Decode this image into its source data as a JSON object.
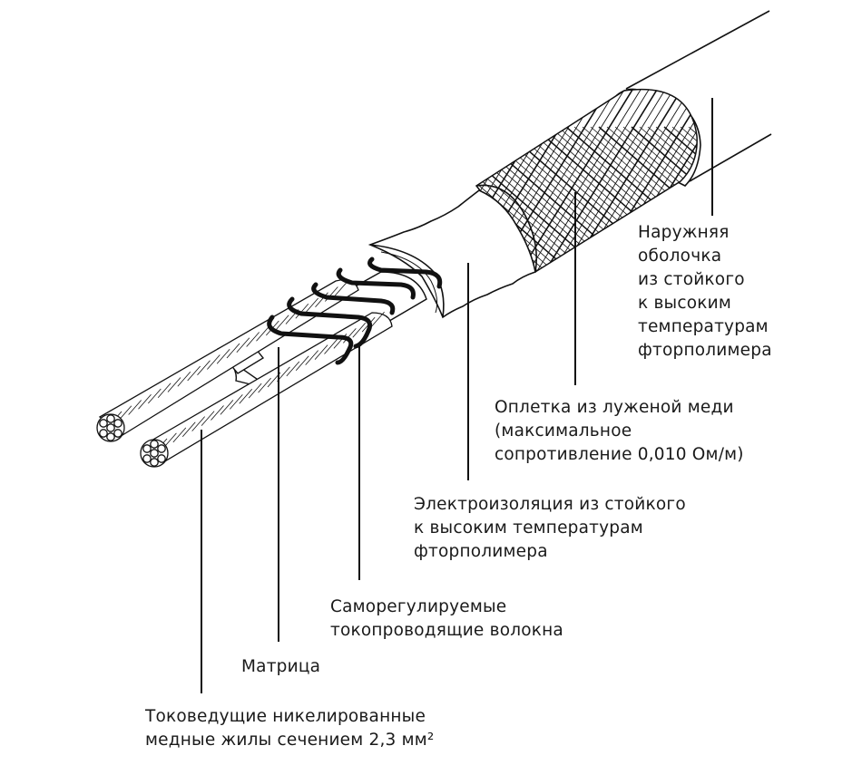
{
  "diagram": {
    "labels": {
      "outer_jacket": [
        "Наружняя",
        "оболочка",
        "из стойкого",
        "к высоким",
        "температурам",
        "фторполимера"
      ],
      "braid": [
        "Оплетка из луженой меди",
        "(максимальное",
        "сопротивление 0,010 Ом/м)"
      ],
      "insulation": [
        "Электроизоляция из стойкого",
        "к высоким температурам",
        "фторполимера"
      ],
      "fibers": [
        "Саморегулируемые",
        "токопроводящие волокна"
      ],
      "matrix": [
        "Матрица"
      ],
      "conductors": [
        "Токоведущие никелированные",
        "медные жилы сечением 2,3 мм²"
      ]
    },
    "colors": {
      "stroke": "#111111",
      "fill": "#ffffff",
      "text": "#1a1a1a"
    }
  }
}
